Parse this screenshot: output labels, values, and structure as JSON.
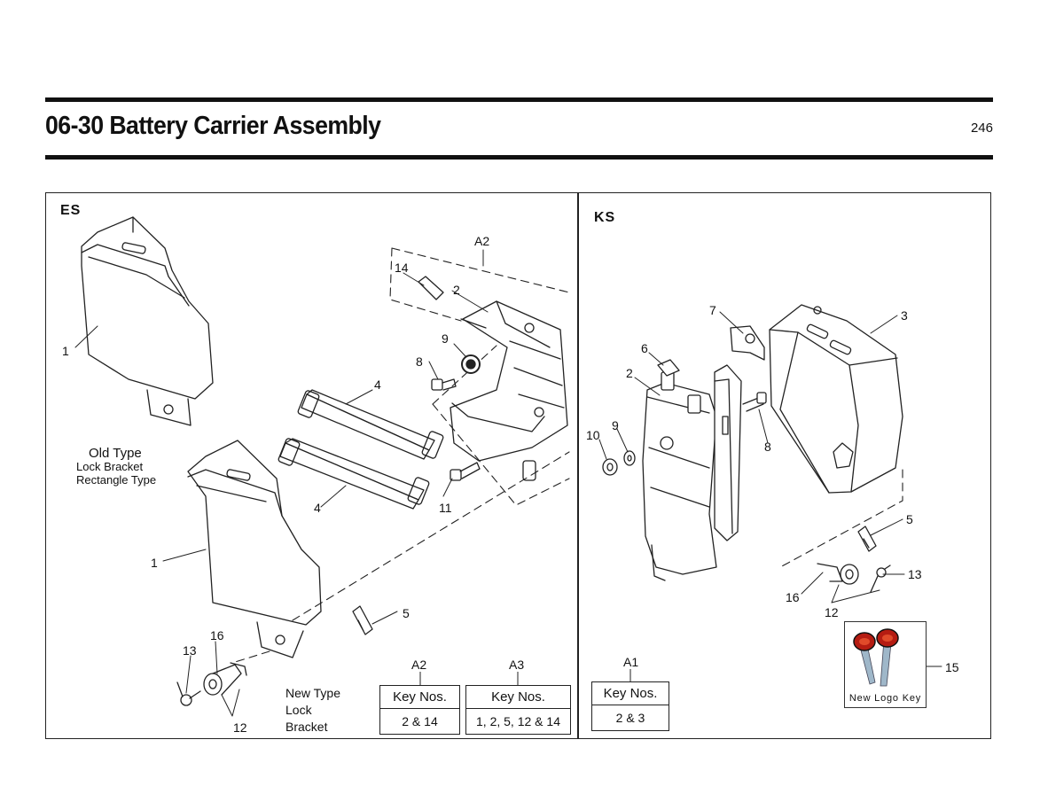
{
  "header": {
    "title": "06-30 Battery Carrier Assembly",
    "page_number": "246"
  },
  "sections": {
    "left": "ES",
    "right": "KS"
  },
  "callouts": {
    "es": [
      {
        "id": "es-1a",
        "text": "1"
      },
      {
        "id": "es-1b",
        "text": "1"
      },
      {
        "id": "es-2",
        "text": "2"
      },
      {
        "id": "es-4a",
        "text": "4"
      },
      {
        "id": "es-4b",
        "text": "4"
      },
      {
        "id": "es-5",
        "text": "5"
      },
      {
        "id": "es-8",
        "text": "8"
      },
      {
        "id": "es-9",
        "text": "9"
      },
      {
        "id": "es-11",
        "text": "11"
      },
      {
        "id": "es-12",
        "text": "12"
      },
      {
        "id": "es-13",
        "text": "13"
      },
      {
        "id": "es-14",
        "text": "14"
      },
      {
        "id": "es-16",
        "text": "16"
      },
      {
        "id": "es-a2",
        "text": "A2"
      }
    ],
    "ks": [
      {
        "id": "ks-2",
        "text": "2"
      },
      {
        "id": "ks-3",
        "text": "3"
      },
      {
        "id": "ks-5",
        "text": "5"
      },
      {
        "id": "ks-6",
        "text": "6"
      },
      {
        "id": "ks-7",
        "text": "7"
      },
      {
        "id": "ks-8",
        "text": "8"
      },
      {
        "id": "ks-9",
        "text": "9"
      },
      {
        "id": "ks-10",
        "text": "10"
      },
      {
        "id": "ks-12",
        "text": "12"
      },
      {
        "id": "ks-13",
        "text": "13"
      },
      {
        "id": "ks-15",
        "text": "15"
      },
      {
        "id": "ks-16",
        "text": "16"
      }
    ]
  },
  "notes": {
    "old_type": [
      "Old Type",
      "Lock Bracket",
      "Rectangle Type"
    ],
    "new_type": [
      "New Type",
      "Lock",
      "Bracket"
    ],
    "new_logo_key": "New Logo Key"
  },
  "key_tables": [
    {
      "id": "a2",
      "label": "A2",
      "header": "Key Nos.",
      "value": "2 & 14"
    },
    {
      "id": "a3",
      "label": "A3",
      "header": "Key Nos.",
      "value": "1, 2, 5, 12 & 14"
    },
    {
      "id": "a1",
      "label": "A1",
      "header": "Key Nos.",
      "value": "2 & 3"
    }
  ]
}
